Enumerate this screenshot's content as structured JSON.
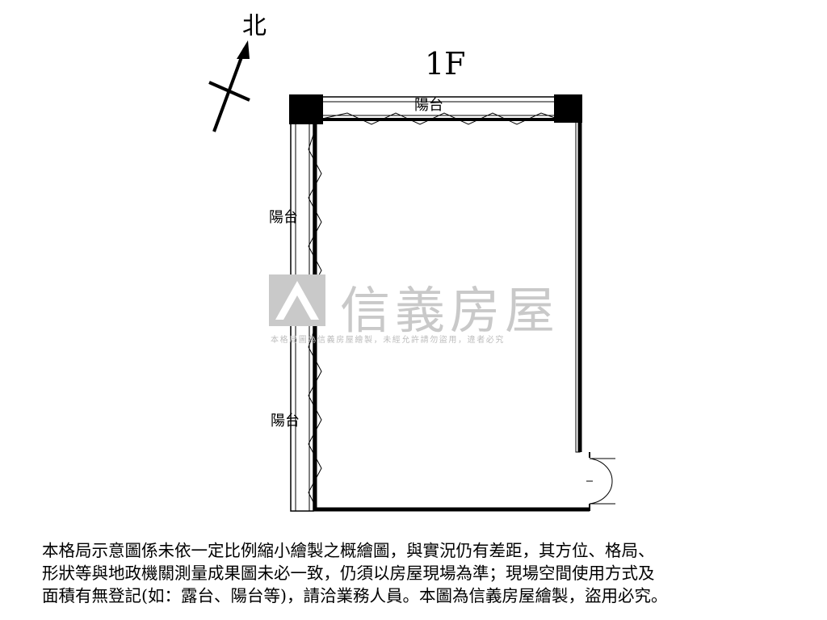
{
  "compass": {
    "label": "北"
  },
  "floor": {
    "label": "1F"
  },
  "rooms": {
    "balcony_top": "陽台",
    "balcony_left_upper": "陽台",
    "balcony_left_lower": "陽台"
  },
  "watermark": {
    "brand": "信義房屋",
    "notice": "本格局圖為信義房屋繪製，未經允許請勿盜用，違者必究"
  },
  "disclaimer": {
    "line1": "本格局示意圖係未依一定比例縮小繪製之概繪圖，與實況仍有差距，其方位、格局、",
    "line2": "形狀等與地政機關測量成果圖未必一致，仍須以房屋現場為準；現場空間使用方式及",
    "line3": "面積有無登記(如：露台、陽台等)，請洽業務人員。本圖為信義房屋繪製，盜用必究。"
  },
  "colors": {
    "wall": "#000000",
    "watermark": "#c9c9c9"
  }
}
